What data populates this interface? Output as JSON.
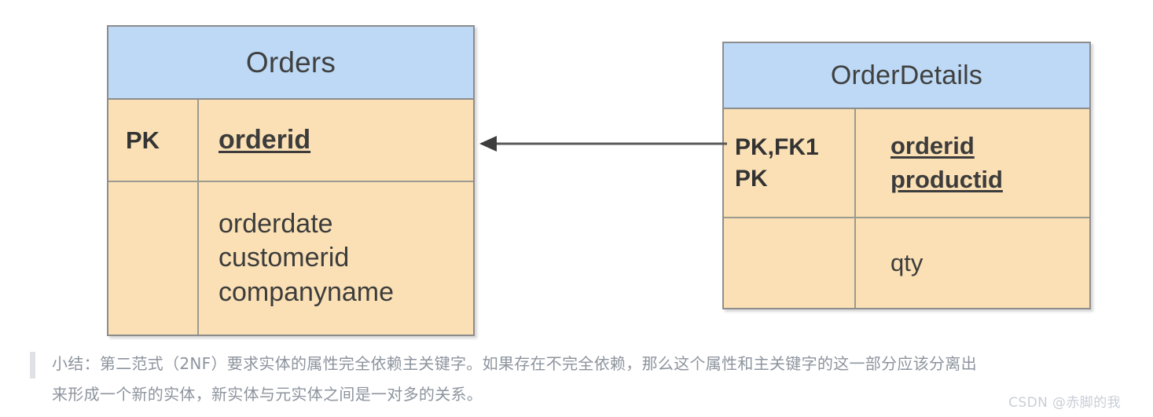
{
  "diagram": {
    "type": "entity-relationship",
    "colors": {
      "header_fill": "#bdd9f5",
      "body_fill": "#fae0b4",
      "border": "#8d8d8d",
      "text": "#3c3c3c",
      "caption_text": "#8d949e",
      "watermark": "#c9ced6"
    },
    "entities": [
      {
        "id": "orders",
        "title": "Orders",
        "key_section": {
          "keys": [
            "PK"
          ],
          "attributes": [
            "orderid"
          ]
        },
        "attribute_section": {
          "keys": [],
          "attributes": [
            "orderdate",
            "customerid",
            "companyname"
          ]
        }
      },
      {
        "id": "orderdetails",
        "title": "OrderDetails",
        "key_section": {
          "keys": [
            "PK,FK1",
            "PK"
          ],
          "attributes": [
            "orderid",
            "productid"
          ]
        },
        "attribute_section": {
          "keys": [],
          "attributes": [
            "qty"
          ]
        }
      }
    ],
    "relationship": {
      "name": "orderdetails-to-orders",
      "from": "OrderDetails",
      "to": "Orders",
      "direction": "left",
      "style": "solid-line-filled-arrowhead",
      "cardinality": "one-to-many"
    }
  },
  "caption": {
    "lines": [
      "小结：第二范式（2NF）要求实体的属性完全依赖主关键字。如果存在不完全依赖，那么这个属性和主关键字的这一部分应该分离出",
      "来形成一个新的实体，新实体与元实体之间是一对多的关系。"
    ],
    "watermark": "CSDN @赤脚的我"
  }
}
